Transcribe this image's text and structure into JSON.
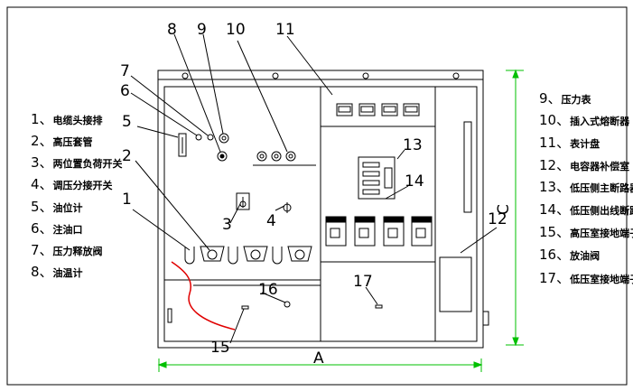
{
  "callout_numbers": [
    "1",
    "2",
    "3",
    "4",
    "5",
    "6",
    "7",
    "8",
    "9",
    "10",
    "11",
    "12",
    "13",
    "14",
    "15",
    "16",
    "17"
  ],
  "dimension_labels": {
    "width": "A",
    "height": "C"
  },
  "legend_left": [
    {
      "num": "1、",
      "text": "电缆头接排"
    },
    {
      "num": "2、",
      "text": "高压套管"
    },
    {
      "num": "3、",
      "text": "两位置负荷开关"
    },
    {
      "num": "4、",
      "text": "调压分接开关"
    },
    {
      "num": "5、",
      "text": "油位计"
    },
    {
      "num": "6、",
      "text": "注油口"
    },
    {
      "num": "7、",
      "text": "压力释放阀"
    },
    {
      "num": "8、",
      "text": "油温计"
    }
  ],
  "legend_right": [
    {
      "num": "9、",
      "text": "压力表"
    },
    {
      "num": "10、",
      "text": "插入式熔断器"
    },
    {
      "num": "11、",
      "text": "表计盘"
    },
    {
      "num": "12、",
      "text": "电容器补偿室"
    },
    {
      "num": "13、",
      "text": "低压侧主断路器"
    },
    {
      "num": "14、",
      "text": "低压侧出线断路器"
    },
    {
      "num": "15、",
      "text": "高压室接地端子"
    },
    {
      "num": "16、",
      "text": "放油阀"
    },
    {
      "num": "17、",
      "text": "低压室接地端子"
    }
  ],
  "colors": {
    "line": "#000000",
    "cable": "#e00000",
    "dimension": "#00c000"
  }
}
